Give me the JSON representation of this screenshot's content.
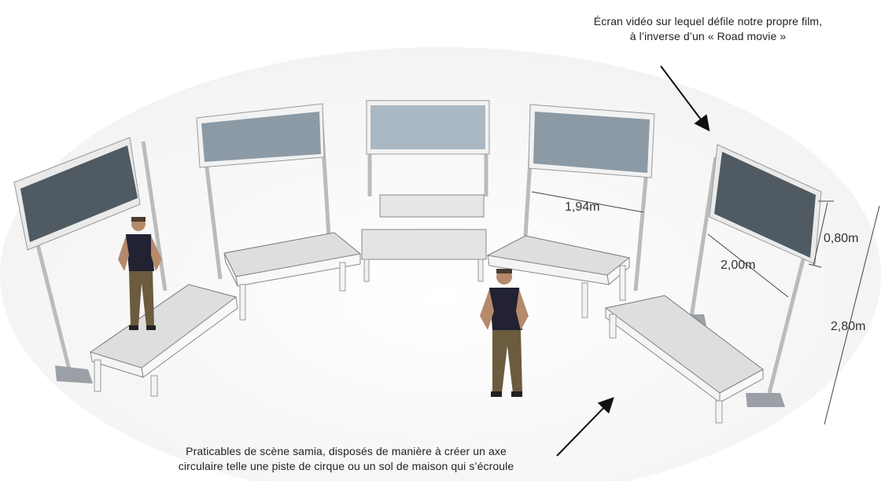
{
  "annotations": {
    "top_line1": "Écran vidéo sur lequel défile notre propre film,",
    "top_line2": "à l’inverse d’un « Road movie »",
    "bottom_line1": "Praticables de scène samia, disposés de manière à créer un axe",
    "bottom_line2": "circulaire telle une piste de cirque ou un sol de maison qui s’écroule"
  },
  "dimensions": {
    "screen_width": "1,94m",
    "screen_height": "0,80m",
    "screen_bottom_height": "2,00m",
    "total_height": "2,80m"
  },
  "colors": {
    "screen_dark": "#4f5a62",
    "screen_mid": "#8c9aa5",
    "screen_light": "#a9b8c3",
    "platform_top": "#dedede",
    "frame": "#f4f4f4"
  }
}
